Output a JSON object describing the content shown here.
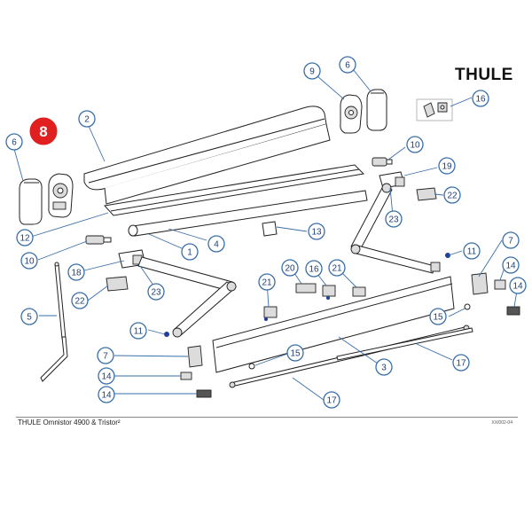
{
  "brand": {
    "logo_text": "THULE"
  },
  "footer": {
    "title": "THULE Omnistor 4900 & Tristor²",
    "code": "XX/002-04"
  },
  "highlight": {
    "label": "8",
    "color": "#e02020"
  },
  "colors": {
    "callout_stroke": "#3a6fa8",
    "callout_text": "#1f3f73",
    "line": "#222222"
  },
  "callouts": [
    {
      "label": "9"
    },
    {
      "label": "6"
    },
    {
      "label": "16"
    },
    {
      "label": "2"
    },
    {
      "label": "6"
    },
    {
      "label": "10"
    },
    {
      "label": "19"
    },
    {
      "label": "22"
    },
    {
      "label": "12"
    },
    {
      "label": "4"
    },
    {
      "label": "13"
    },
    {
      "label": "23"
    },
    {
      "label": "10"
    },
    {
      "label": "1"
    },
    {
      "label": "18"
    },
    {
      "label": "11"
    },
    {
      "label": "7"
    },
    {
      "label": "14"
    },
    {
      "label": "22"
    },
    {
      "label": "23"
    },
    {
      "label": "20"
    },
    {
      "label": "16"
    },
    {
      "label": "21"
    },
    {
      "label": "21"
    },
    {
      "label": "14"
    },
    {
      "label": "5"
    },
    {
      "label": "15"
    },
    {
      "label": "11"
    },
    {
      "label": "7"
    },
    {
      "label": "15"
    },
    {
      "label": "3"
    },
    {
      "label": "17"
    },
    {
      "label": "14"
    },
    {
      "label": "14"
    },
    {
      "label": "17"
    }
  ]
}
